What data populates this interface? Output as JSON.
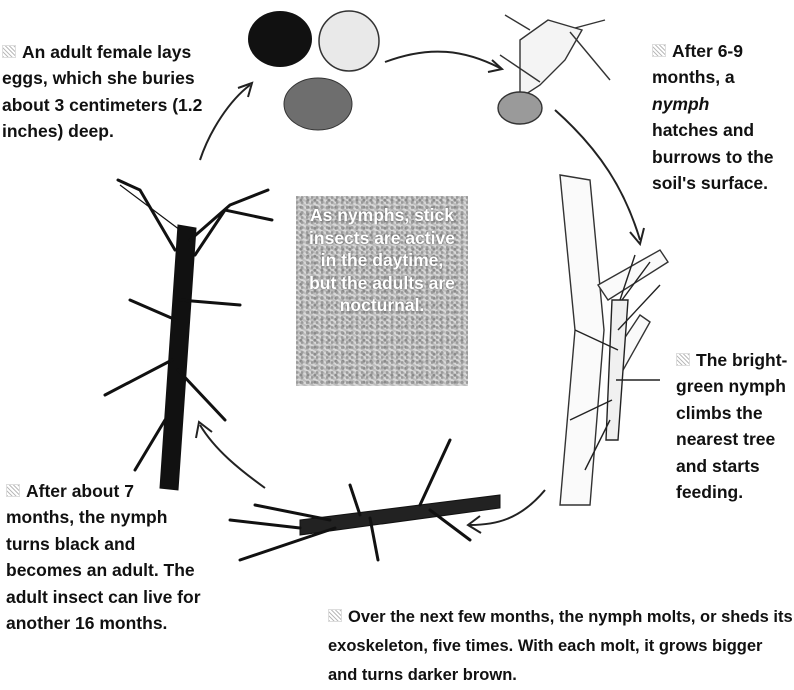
{
  "captions": {
    "eggs": "An adult female lays eggs, which she buries about 3 centimeters (1.2 inches) deep.",
    "hatch_a": "After 6-9 months, a",
    "hatch_nymph": "nymph",
    "hatch_b": "hatches and burrows to the soil's surface.",
    "climb": "The bright-green nymph climbs the nearest tree and starts feeding.",
    "molt": "Over the next few months, the nymph molts, or sheds its exoskeleton, five times. With each molt, it grows bigger and turns darker brown.",
    "adult": "After about 7 months, the nymph turns black and becomes an adult. The adult insect can live for another 16 months."
  },
  "fact_box": "As nymphs, stick insects are active in the daytime, but the adults are nocturnal."
}
